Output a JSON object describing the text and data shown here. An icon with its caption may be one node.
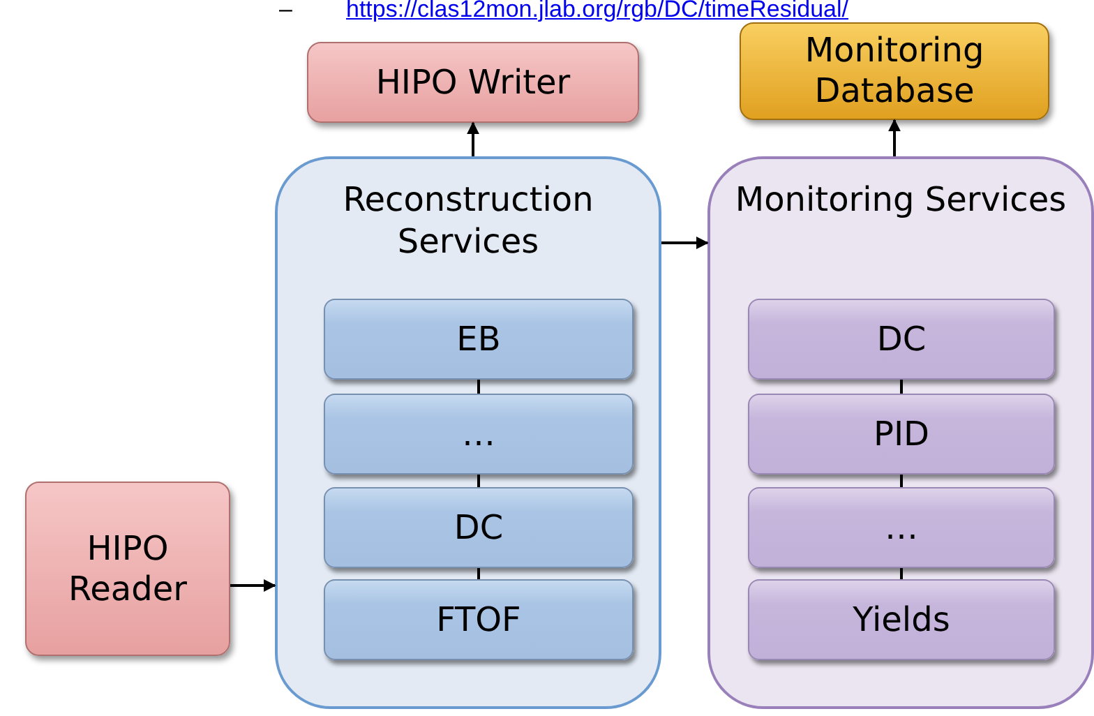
{
  "diagram": {
    "nodes": [
      {
        "text": [
          "HIPO Writer"
        ]
      },
      {
        "text": [
          "Monitoring Database"
        ]
      },
      {
        "text": [
          "Reconstruction Services"
        ]
      },
      {
        "text": [
          "EB"
        ],
        "in": 2
      },
      {
        "text": [
          "…"
        ],
        "in": 2
      },
      {
        "text": [
          "DC"
        ],
        "in": 2
      },
      {
        "text": [
          "FTOF"
        ],
        "in": 2
      },
      {
        "text": [
          "Monitoring Services"
        ]
      },
      {
        "text": [
          "DC"
        ],
        "in": 7
      },
      {
        "text": [
          "PID"
        ],
        "in": 7
      },
      {
        "text": [
          "…"
        ],
        "in": 7
      },
      {
        "text": [
          "Yields"
        ],
        "in": 7
      },
      {
        "text": [
          "HIPO Reader"
        ]
      }
    ],
    "edges": [
      {
        "from": 12,
        "to": 2,
        "arrow": "to"
      },
      {
        "from": 2,
        "to": 0,
        "arrow": "to"
      },
      {
        "from": 2,
        "to": 7,
        "arrow": "to"
      },
      {
        "from": 7,
        "to": 1,
        "arrow": "to"
      },
      {
        "from": 3,
        "to": 4,
        "arrow": "none"
      },
      {
        "from": 4,
        "to": 5,
        "arrow": "none"
      },
      {
        "from": 5,
        "to": 6,
        "arrow": "none"
      },
      {
        "from": 8,
        "to": 9,
        "arrow": "none"
      },
      {
        "from": 9,
        "to": 10,
        "arrow": "none"
      },
      {
        "from": 10,
        "to": 11,
        "arrow": "none"
      }
    ],
    "labels": [
      "–",
      "https://clas12mon.jlab.org/rgb/DC/timeResidual/"
    ]
  }
}
